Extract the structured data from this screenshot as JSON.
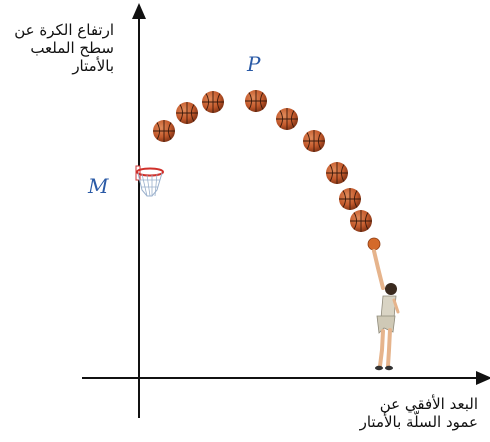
{
  "y_axis_label": [
    "ارتفاع الكرة عن",
    "سطح الملعب",
    "بالأمتار"
  ],
  "x_axis_label": [
    "البعد الأفقي عن",
    "عمود السلّة بالأمتار"
  ],
  "points": {
    "M": "M",
    "P": "P"
  },
  "colors": {
    "axis": "#111111",
    "ball": "#c45a2c",
    "ball_dark": "#7a2f12",
    "point_label": "#2a5aa6",
    "hoop": "#d0302a",
    "net": "#9ab0cc",
    "player_skin": "#e6b48c",
    "player_uniform": "#d9d4c4"
  },
  "balls_count": 10,
  "icons": [
    "basketball-icon",
    "basketball-hoop-icon",
    "basketball-player-icon"
  ]
}
